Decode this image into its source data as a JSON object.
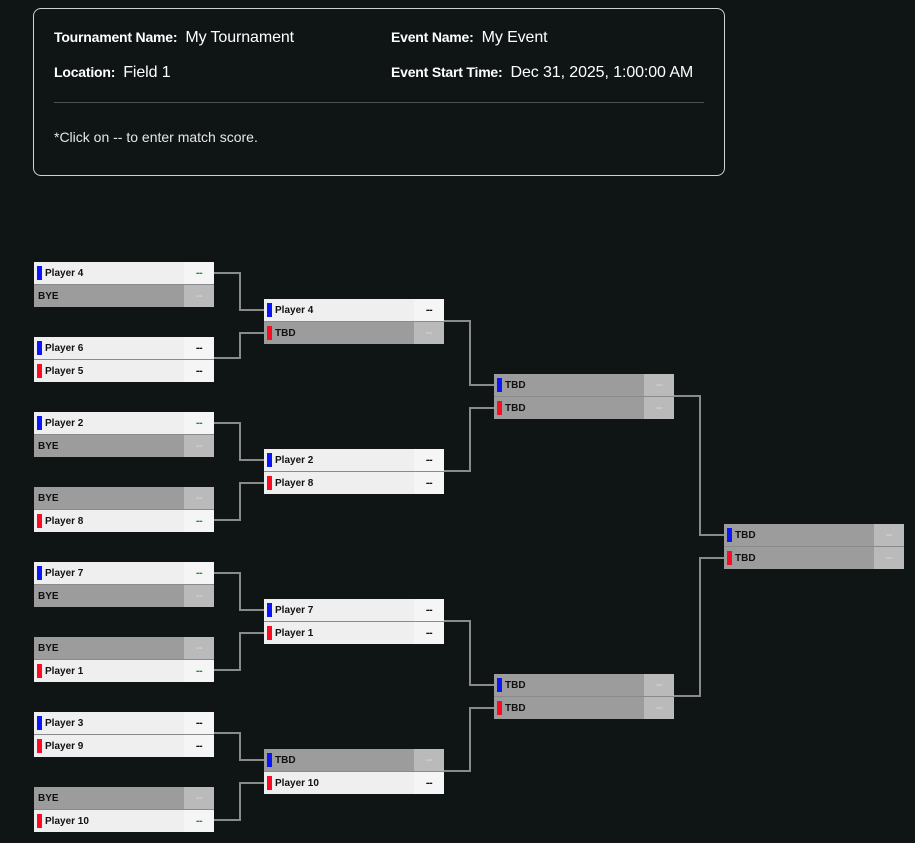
{
  "info": {
    "tournament_label": "Tournament Name:",
    "tournament_value": "My Tournament",
    "event_label": "Event Name:",
    "event_value": "My Event",
    "location_label": "Location:",
    "location_value": "Field 1",
    "start_label": "Event Start Time:",
    "start_value": "Dec 31, 2025, 1:00:00 AM",
    "note": "*Click on -- to enter match score."
  },
  "colors": {
    "background": "#0f1415",
    "seed_top": "#0a14ff",
    "seed_bottom": "#ff0a23",
    "filled_row": "#efefef",
    "empty_row": "#9c9c9c",
    "score_win_text": "#2e8b3a",
    "connector": "#8a8a8a"
  },
  "bracket": {
    "round1": [
      {
        "top": {
          "name": "Player 4",
          "score": "--",
          "seed": "blue",
          "state": "filled",
          "win": true
        },
        "bottom": {
          "name": "BYE",
          "score": "--",
          "seed": "none",
          "state": "empty"
        }
      },
      {
        "top": {
          "name": "Player 6",
          "score": "--",
          "seed": "blue",
          "state": "filled"
        },
        "bottom": {
          "name": "Player 5",
          "score": "--",
          "seed": "red",
          "state": "filled"
        }
      },
      {
        "top": {
          "name": "Player 2",
          "score": "--",
          "seed": "blue",
          "state": "filled",
          "win": true
        },
        "bottom": {
          "name": "BYE",
          "score": "--",
          "seed": "none",
          "state": "empty"
        }
      },
      {
        "top": {
          "name": "BYE",
          "score": "--",
          "seed": "none",
          "state": "empty"
        },
        "bottom": {
          "name": "Player 8",
          "score": "--",
          "seed": "red",
          "state": "filled",
          "win": true
        }
      },
      {
        "top": {
          "name": "Player 7",
          "score": "--",
          "seed": "blue",
          "state": "filled",
          "win": true
        },
        "bottom": {
          "name": "BYE",
          "score": "--",
          "seed": "none",
          "state": "empty"
        }
      },
      {
        "top": {
          "name": "BYE",
          "score": "--",
          "seed": "none",
          "state": "empty"
        },
        "bottom": {
          "name": "Player 1",
          "score": "--",
          "seed": "red",
          "state": "filled",
          "win": true
        }
      },
      {
        "top": {
          "name": "Player 3",
          "score": "--",
          "seed": "blue",
          "state": "filled"
        },
        "bottom": {
          "name": "Player 9",
          "score": "--",
          "seed": "red",
          "state": "filled"
        }
      },
      {
        "top": {
          "name": "BYE",
          "score": "--",
          "seed": "none",
          "state": "empty"
        },
        "bottom": {
          "name": "Player 10",
          "score": "--",
          "seed": "red",
          "state": "filled",
          "win": true
        }
      }
    ],
    "round2": [
      {
        "top": {
          "name": "Player 4",
          "score": "--",
          "seed": "blue",
          "state": "filled"
        },
        "bottom": {
          "name": "TBD",
          "score": "--",
          "seed": "red",
          "state": "empty"
        }
      },
      {
        "top": {
          "name": "Player 2",
          "score": "--",
          "seed": "blue",
          "state": "filled"
        },
        "bottom": {
          "name": "Player 8",
          "score": "--",
          "seed": "red",
          "state": "filled"
        }
      },
      {
        "top": {
          "name": "Player 7",
          "score": "--",
          "seed": "blue",
          "state": "filled"
        },
        "bottom": {
          "name": "Player 1",
          "score": "--",
          "seed": "red",
          "state": "filled"
        }
      },
      {
        "top": {
          "name": "TBD",
          "score": "--",
          "seed": "blue",
          "state": "empty"
        },
        "bottom": {
          "name": "Player 10",
          "score": "--",
          "seed": "red",
          "state": "filled"
        }
      }
    ],
    "round3": [
      {
        "top": {
          "name": "TBD",
          "score": "--",
          "seed": "blue",
          "state": "empty"
        },
        "bottom": {
          "name": "TBD",
          "score": "--",
          "seed": "red",
          "state": "empty"
        }
      },
      {
        "top": {
          "name": "TBD",
          "score": "--",
          "seed": "blue",
          "state": "empty"
        },
        "bottom": {
          "name": "TBD",
          "score": "--",
          "seed": "red",
          "state": "empty"
        }
      }
    ],
    "final": [
      {
        "top": {
          "name": "TBD",
          "score": "--",
          "seed": "blue",
          "state": "empty"
        },
        "bottom": {
          "name": "TBD",
          "score": "--",
          "seed": "red",
          "state": "empty"
        }
      }
    ]
  }
}
